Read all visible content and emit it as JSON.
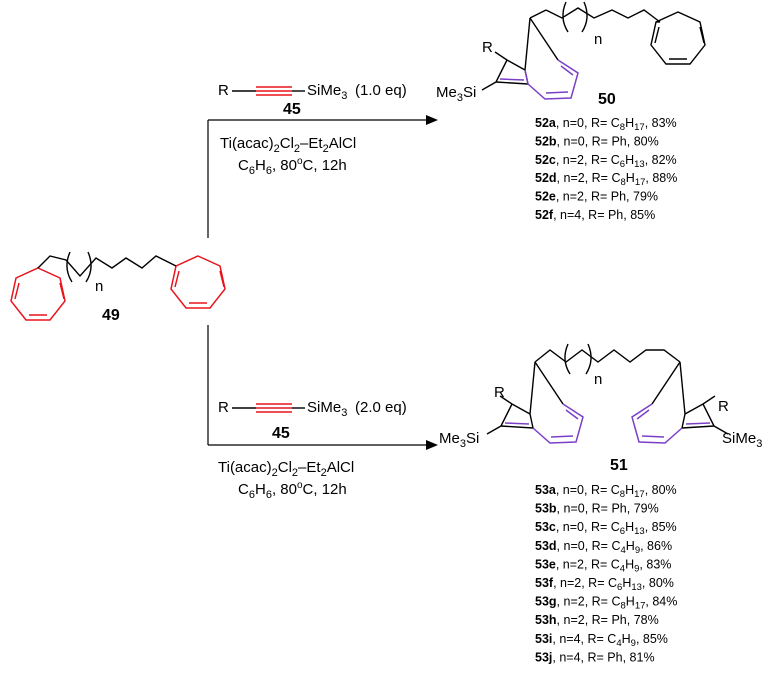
{
  "compounds": {
    "start": "49",
    "product_top": "50",
    "product_bottom": "51",
    "reagent": "45"
  },
  "reagent_top": {
    "lhs": "R",
    "rhs_a": "SiMe",
    "rhs_b": "3",
    "equiv": "(1.0 eq)"
  },
  "reagent_bottom": {
    "lhs": "R",
    "rhs_a": "SiMe",
    "rhs_b": "3",
    "equiv": "(2.0 eq)"
  },
  "conditions": {
    "cat_a": "Ti(acac)",
    "cat_b": "2",
    "cat_c": "Cl",
    "cat_d": "2",
    "cat_e": "–Et",
    "cat_f": "2",
    "cat_g": "AlCl",
    "solv_a": "C",
    "solv_b": "6",
    "solv_c": "H",
    "solv_d": "6",
    "solv_e": ", 80",
    "solv_f": "o",
    "solv_g": "C, 12h"
  },
  "labels": {
    "n": "n",
    "R": "R",
    "me3si_a": "Me",
    "me3si_b": "3",
    "me3si_c": "Si",
    "sime3_a": "SiMe",
    "sime3_b": "3"
  },
  "table_top": [
    {
      "id": "52a",
      "text": ", n=0, R= C",
      "sub": "8",
      "h": "H",
      "sub2": "17",
      "yield": ", 83%"
    },
    {
      "id": "52b",
      "text": ", n=0, R= Ph,",
      "sub": "",
      "h": "",
      "sub2": "",
      "yield": "80%"
    },
    {
      "id": "52c",
      "text": ", n=2, R= C",
      "sub": "6",
      "h": "H",
      "sub2": "13",
      "yield": ", 82%"
    },
    {
      "id": "52d",
      "text": ", n=2, R= C",
      "sub": "8",
      "h": "H",
      "sub2": "17",
      "yield": ", 88%"
    },
    {
      "id": "52e",
      "text": ", n=2,  R= Ph,",
      "sub": "",
      "h": "",
      "sub2": "",
      "yield": "79%"
    },
    {
      "id": "52f",
      "text": ", n=4, R= Ph,",
      "sub": "",
      "h": "",
      "sub2": "",
      "yield": "85%"
    }
  ],
  "table_bottom": [
    {
      "id": "53a",
      "text": ", n=0, R= C",
      "sub": "8",
      "h": "H",
      "sub2": "17",
      "yield": ",   80%"
    },
    {
      "id": "53b",
      "text": ", n=0, R= Ph,",
      "sub": "",
      "h": "",
      "sub2": "",
      "yield": "79%"
    },
    {
      "id": "53c",
      "text": ", n=0, R= C",
      "sub": "6",
      "h": "H",
      "sub2": "13",
      "yield": ",   85%"
    },
    {
      "id": "53d",
      "text": ", n=0, R= C",
      "sub": "4",
      "h": "H",
      "sub2": "9",
      "yield": ",    86%"
    },
    {
      "id": "53e",
      "text": ", n=2, R= C",
      "sub": "4",
      "h": "H",
      "sub2": "9",
      "yield": ",    83%"
    },
    {
      "id": "53f",
      "text": ", n=2, R= C",
      "sub": "6",
      "h": "H",
      "sub2": "13",
      "yield": ",   80%"
    },
    {
      "id": "53g",
      "text": ", n=2, R= C",
      "sub": "8",
      "h": "H",
      "sub2": "17",
      "yield": ", 84%"
    },
    {
      "id": "53h",
      "text": ", n=2, R= Ph,",
      "sub": "",
      "h": "",
      "sub2": "",
      "yield": "78%"
    },
    {
      "id": "53i",
      "text": ", n=4, R= C",
      "sub": "4",
      "h": "H",
      "sub2": "9",
      "yield": ",    85%"
    },
    {
      "id": "53j",
      "text": ", n=4, R= Ph,",
      "sub": "",
      "h": "",
      "sub2": "",
      "yield": "81%"
    }
  ],
  "colors": {
    "starting_rings": "#e8141c",
    "new_bonds": "#7b3fc8"
  }
}
